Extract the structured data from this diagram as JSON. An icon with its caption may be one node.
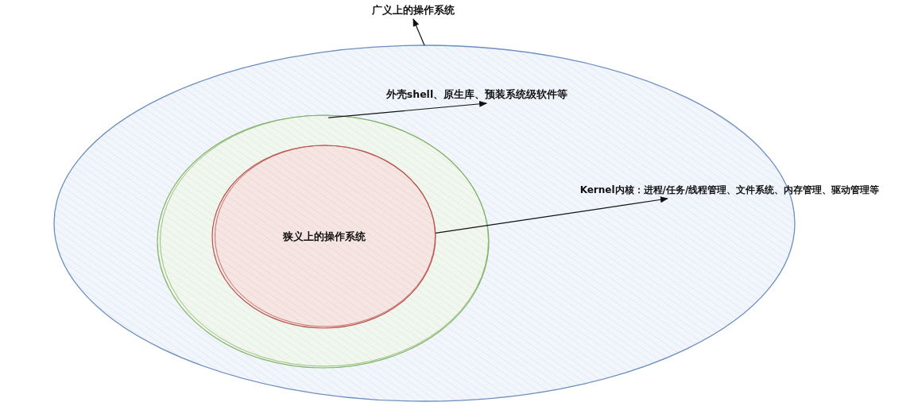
{
  "diagram": {
    "nodes": [
      {
        "text": [
          "广义上的操作系统"
        ]
      },
      {
        "text": [],
        "shape": "ellipse"
      },
      {
        "text": [],
        "shape": "circle",
        "in": 1
      },
      {
        "text": [
          "狭义上的操作系统"
        ],
        "in": 2
      },
      {
        "text": [
          "外壳shell、原生库、预装系统级软件等"
        ],
        "in": 1
      },
      {
        "text": [
          "Kernel内核：进程/任务/线程管理、文件系统、内存管理、驱动管理等"
        ]
      }
    ],
    "edges": [
      {
        "from": 1,
        "to": 0,
        "arrow": "to"
      },
      {
        "from": 2,
        "to": 4,
        "arrow": "to"
      },
      {
        "from": 3,
        "to": 5,
        "arrow": "to"
      }
    ]
  }
}
